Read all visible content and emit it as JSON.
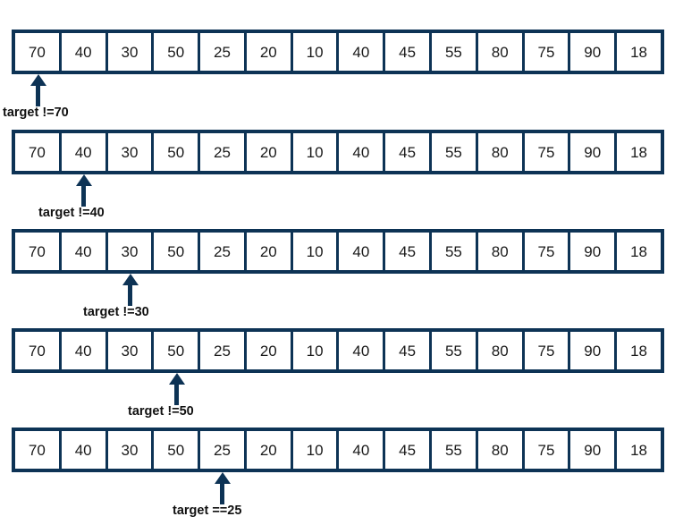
{
  "diagram": {
    "title": "linear-search-trace",
    "colors": {
      "border": "#0d3355",
      "arrow": "#0d3355",
      "cell_background": "#ffffff",
      "cell_text": "#1a1a1a",
      "label_text": "#111111",
      "page_background": "#ffffff"
    },
    "array": {
      "length": 14,
      "values": [
        "70",
        "40",
        "30",
        "50",
        "25",
        "20",
        "10",
        "40",
        "45",
        "55",
        "80",
        "75",
        "90",
        "18"
      ]
    },
    "steps": [
      {
        "index": 0,
        "pointer_cell_index": 0,
        "pointer_cell_value": "70",
        "label": "target !=70",
        "values": [
          "70",
          "40",
          "30",
          "50",
          "25",
          "20",
          "10",
          "40",
          "45",
          "55",
          "80",
          "75",
          "90",
          "18"
        ]
      },
      {
        "index": 1,
        "pointer_cell_index": 1,
        "pointer_cell_value": "40",
        "label": "target !=40",
        "values": [
          "70",
          "40",
          "30",
          "50",
          "25",
          "20",
          "10",
          "40",
          "45",
          "55",
          "80",
          "75",
          "90",
          "18"
        ]
      },
      {
        "index": 2,
        "pointer_cell_index": 2,
        "pointer_cell_value": "30",
        "label": "target !=30",
        "values": [
          "70",
          "40",
          "30",
          "50",
          "25",
          "20",
          "10",
          "40",
          "45",
          "55",
          "80",
          "75",
          "90",
          "18"
        ]
      },
      {
        "index": 3,
        "pointer_cell_index": 3,
        "pointer_cell_value": "50",
        "label": "target !=50",
        "values": [
          "70",
          "40",
          "30",
          "50",
          "25",
          "20",
          "10",
          "40",
          "45",
          "55",
          "80",
          "75",
          "90",
          "18"
        ]
      },
      {
        "index": 4,
        "pointer_cell_index": 4,
        "pointer_cell_value": "25",
        "label": "target ==25",
        "values": [
          "70",
          "40",
          "30",
          "50",
          "25",
          "20",
          "10",
          "40",
          "45",
          "55",
          "80",
          "75",
          "90",
          "18"
        ]
      }
    ]
  }
}
